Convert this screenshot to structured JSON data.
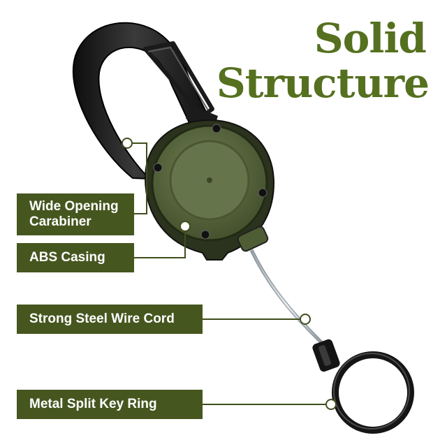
{
  "headline": {
    "line1": "Solid",
    "line2": "Structure"
  },
  "callouts": {
    "carabiner": [
      "Wide Opening",
      "Carabiner"
    ],
    "casing": "ABS Casing",
    "wire": "Strong Steel Wire Cord",
    "ring": "Metal Split Key Ring"
  },
  "colors": {
    "headline": "#55701f",
    "label_bg": "#46561f",
    "label_text": "#ffffff",
    "reel_body": "#5a6a3e",
    "carabiner": "#1f1f1f"
  },
  "icons": {
    "product": "retractable-carabiner-keychain",
    "pointer": "connector-dot"
  }
}
